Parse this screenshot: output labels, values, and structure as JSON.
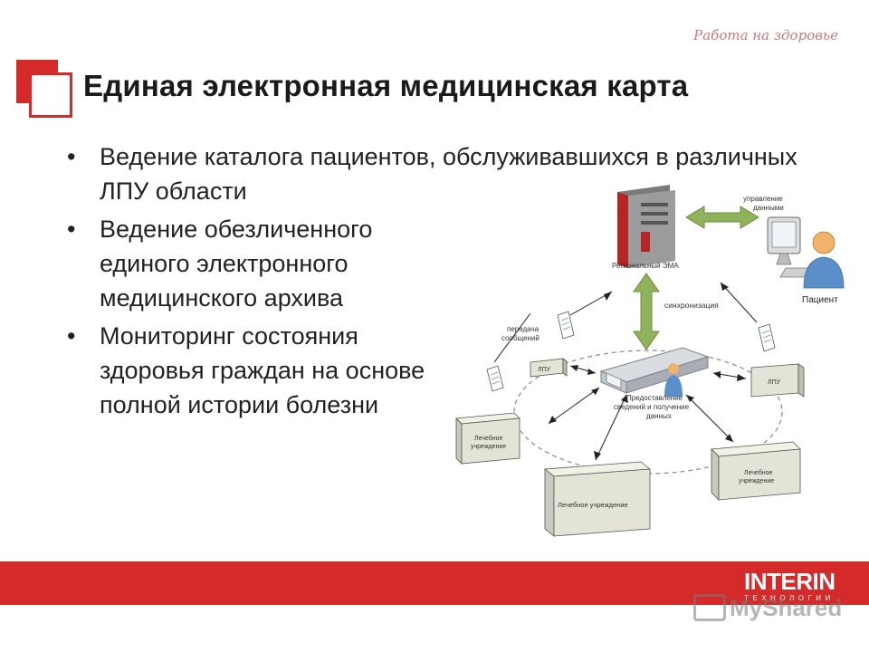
{
  "header": {
    "title": "Единая электронная медицинская карта",
    "slogan": "Работа на здоровье"
  },
  "bullets": [
    "Ведение каталога пациентов, обслуживавшихся в различных ЛПУ области",
    "Ведение обезличенного единого электронного медицинского архива",
    "Мониторинг состояния здоровья граждан на основе полной истории болезни"
  ],
  "bullet_symbol": "•",
  "diagram": {
    "labels": {
      "server": "Региональный ЭМА",
      "data_mgmt_1": "управление",
      "data_mgmt_2": "данными",
      "patient": "Пациент",
      "sync": "синхронизация",
      "msg_1": "передача",
      "msg_2": "сообщений",
      "lpu_left": "ЛПУ",
      "lpu_right": "ЛПУ",
      "inst_left_1": "Лечебное",
      "inst_left_2": "учреждение",
      "inst_bottom": "Лечебное учреждение",
      "inst_right_1": "Лечебное",
      "inst_right_2": "учреждение",
      "provide_1": "Предоставление",
      "provide_2": "сведений и получение",
      "provide_3": "данных"
    },
    "colors": {
      "arrow_green": "#8fb35a",
      "server_red": "#b22626",
      "box_fill": "#e4e4d6"
    },
    "icons": [
      "server-icon",
      "computer-icon",
      "user-icon",
      "usb-drive-icon",
      "document-icon"
    ]
  },
  "footer": {
    "brand": "INTERIN",
    "brand_sub": "ТЕХНОЛОГИИ",
    "watermark": "MyShared",
    "color": "#d42a2a"
  }
}
